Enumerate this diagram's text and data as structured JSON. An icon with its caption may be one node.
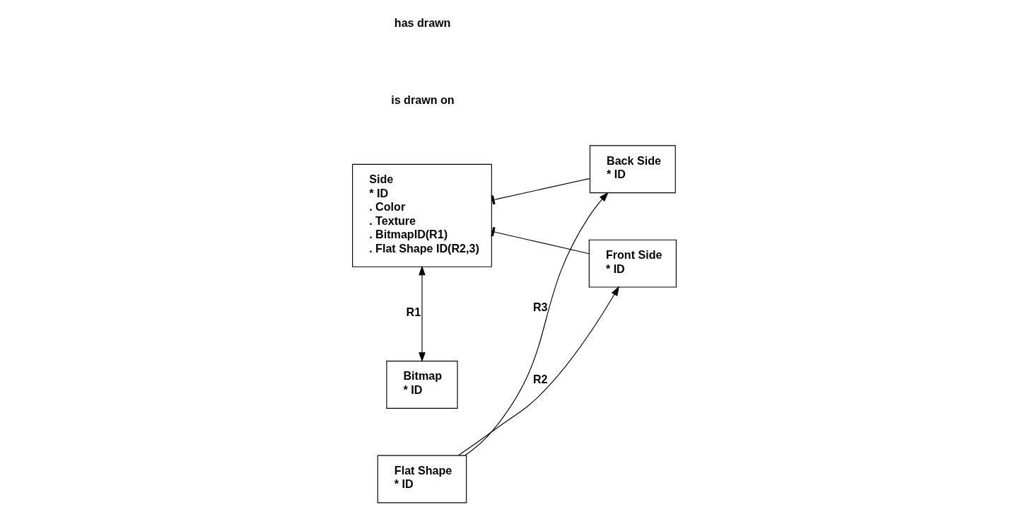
{
  "diagram": {
    "nodes": [
      {
        "text": [
          "Side",
          "* ID",
          ". Color",
          ". Texture",
          ". BitmapID(R1)",
          ". Flat Shape ID(R2,3)"
        ]
      },
      {
        "text": [
          "Back Side",
          "* ID"
        ]
      },
      {
        "text": [
          "Flat Shape",
          "* ID"
        ]
      },
      {
        "text": [
          "Front Side",
          "* ID"
        ]
      },
      {
        "text": [
          "Bitmap",
          "* ID"
        ]
      }
    ],
    "edges": [
      {
        "from": 0,
        "to": 1,
        "arrow": "other"
      },
      {
        "from": 0,
        "to": 3,
        "arrow": "other"
      },
      {
        "from": 0,
        "to": 4,
        "arrow": "both",
        "label": "R1"
      },
      {
        "from": 2,
        "to": 1,
        "arrow": "to",
        "label": "R3"
      },
      {
        "from": 2,
        "to": 3,
        "arrow": "to",
        "label": "R2"
      }
    ],
    "labels": [
      "is drawn on",
      "has drawn"
    ]
  }
}
